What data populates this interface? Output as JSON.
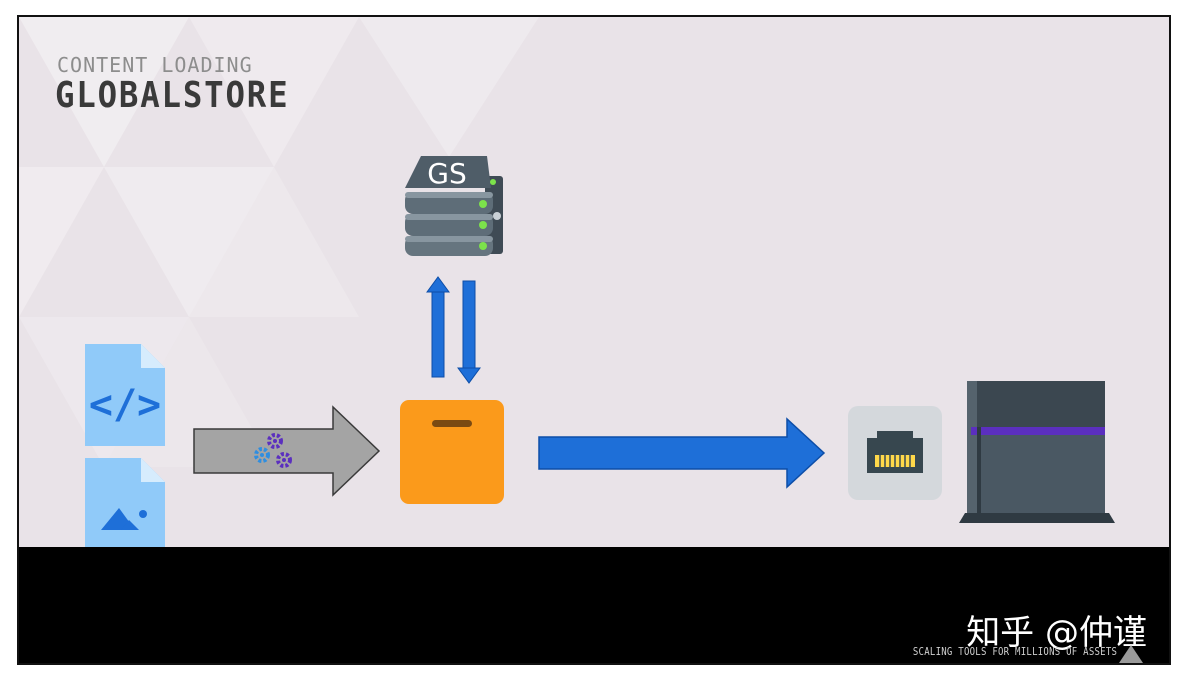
{
  "header": {
    "subtitle": "CONTENT LOADING",
    "title": "GLOBALSTORE"
  },
  "diagram": {
    "server_label": "GS",
    "code_file_symbol": "</>"
  },
  "footer": {
    "tagline": "SCALING TOOLS FOR MILLIONS OF ASSETS",
    "watermark": "知乎 @仲谨"
  },
  "colors": {
    "background": "#e9e3e8",
    "file_blue": "#90caf9",
    "arrow_blue": "#1e6fd8",
    "package_orange": "#fb9a1b",
    "server_gray": "#5e6d78",
    "console_gray": "#4a5863",
    "accent_purple": "#5b2fbf"
  }
}
